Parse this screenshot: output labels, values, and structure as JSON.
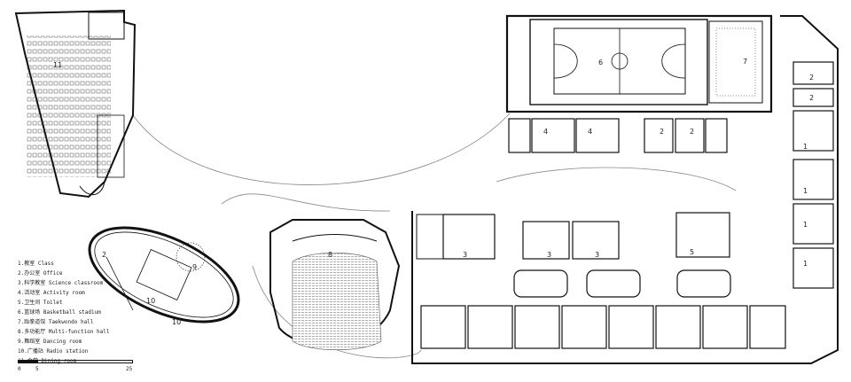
{
  "legend": {
    "items": [
      "1.教室 Class",
      "2.办公室 Office",
      "3.科学教室 Science classroom",
      "4.活动室 Activity room",
      "5.卫生间 Toilet",
      "6.篮球场 Basketball stadium",
      "7.跆拳道馆 Taekwondo hall",
      "8.多功能厅 Multi-function hall",
      "9.舞蹈室 Dancing room",
      "10.广播站 Radio station",
      "11.食堂 Dining room"
    ]
  },
  "scale_bar": {
    "ticks": [
      "0",
      "5",
      "25"
    ]
  },
  "room_labels": {
    "dining": "11",
    "office_oval": "2",
    "dancing": "9",
    "radio_a": "10",
    "radio_b": "10",
    "hall": "8",
    "basketball": "6",
    "taekwondo": "7",
    "activity_a": "4",
    "activity_b": "4",
    "office_a": "2",
    "office_b": "2",
    "office_c": "2",
    "office_d": "2",
    "science_a": "3",
    "science_b": "3",
    "science_c": "3",
    "toilet": "5",
    "class_a": "1",
    "class_b": "1",
    "class_c": "1",
    "class_d": "1"
  }
}
